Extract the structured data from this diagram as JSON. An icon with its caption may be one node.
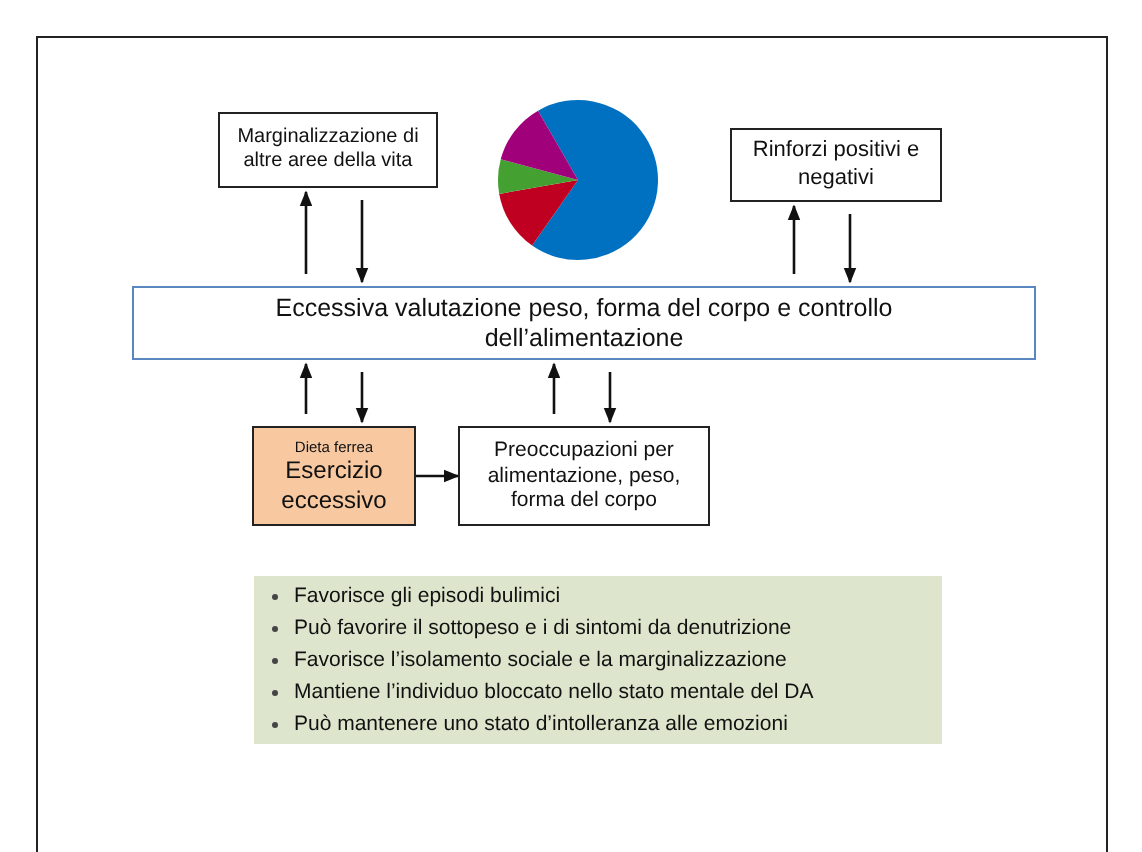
{
  "diagram": {
    "nodes": [
      {
        "text": [
          "Marginalizzazione di altre aree della vita"
        ]
      },
      {
        "text": [
          "Rinforzi positivi e negativi"
        ]
      },
      {
        "text": [
          "Eccessiva valutazione peso, forma del corpo e controllo dell’alimentazione"
        ]
      },
      {
        "text": [
          "Dieta ferrea",
          "Esercizio eccessivo"
        ]
      },
      {
        "text": [
          "Preoccupazioni per alimentazione, peso, forma del corpo"
        ]
      },
      {
        "text": [
          "Favorisce gli episodi bulimici",
          "Può favorire il sottopeso e i di sintomi da denutrizione",
          "Favorisce l’isolamento sociale e la marginalizzazione",
          "Mantiene l’individuo bloccato nello stato mentale del DA",
          "Può mantenere uno stato d’intolleranza alle emozioni"
        ]
      }
    ],
    "edges": [
      {
        "from": 2,
        "to": 0,
        "arrow": "to"
      },
      {
        "from": 0,
        "to": 2,
        "arrow": "to"
      },
      {
        "from": 2,
        "to": 1,
        "arrow": "to"
      },
      {
        "from": 1,
        "to": 2,
        "arrow": "to"
      },
      {
        "from": 3,
        "to": 2,
        "arrow": "to"
      },
      {
        "from": 2,
        "to": 3,
        "arrow": "to"
      },
      {
        "from": 3,
        "to": 4,
        "arrow": "to"
      },
      {
        "from": 4,
        "to": 2,
        "arrow": "to"
      },
      {
        "from": 2,
        "to": 4,
        "arrow": "to"
      }
    ]
  }
}
